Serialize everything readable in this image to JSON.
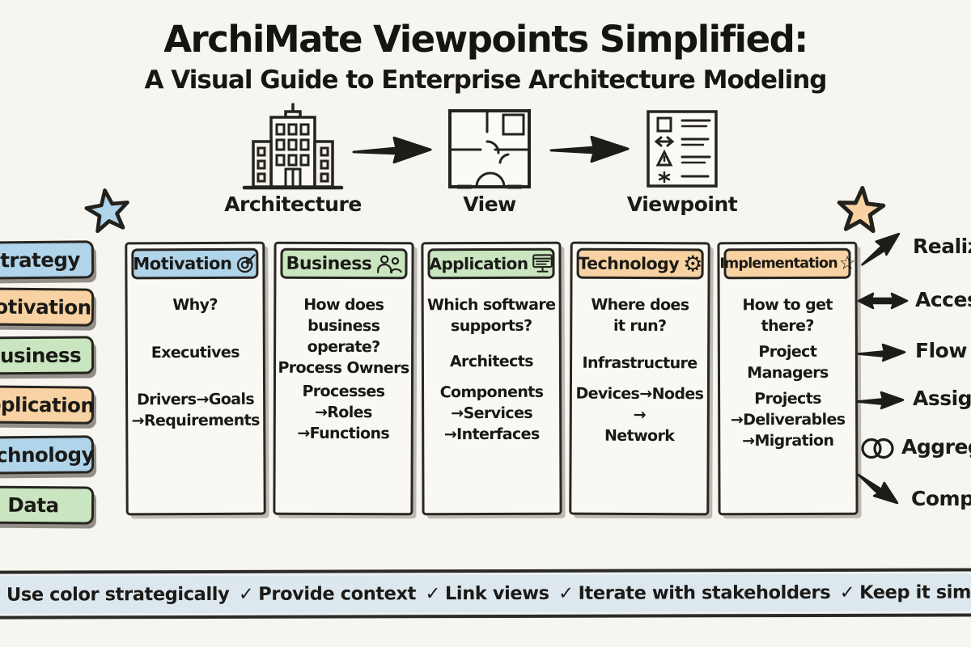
{
  "title": {
    "line1": "ArchiMate Viewpoints Simplified:",
    "line2": "A Visual Guide to Enterprise Architecture Modeling"
  },
  "flow": {
    "steps": [
      {
        "label": "Architecture",
        "icon": "building-icon"
      },
      {
        "label": "View",
        "icon": "floorplan-icon"
      },
      {
        "label": "Viewpoint",
        "icon": "viewpoint-document-icon"
      }
    ]
  },
  "layers": [
    {
      "label": "Strategy",
      "color": "#b0d4ea"
    },
    {
      "label": "Motivation",
      "color": "#f8d2a2"
    },
    {
      "label": "Business",
      "color": "#c9e6c0"
    },
    {
      "label": "Application",
      "color": "#f8d2a2"
    },
    {
      "label": "Technology",
      "color": "#b0d4ea"
    },
    {
      "label": "Data",
      "color": "#c9e6c0"
    }
  ],
  "viewpoints": [
    {
      "title": "Motivation",
      "icon": "target-icon",
      "color": "#b0d4ea",
      "blocks": [
        {
          "lines": [
            "Why?"
          ]
        },
        {
          "lines": [
            "Executives"
          ]
        },
        {
          "lines": [
            "Drivers→Goals",
            "→Requirements"
          ]
        }
      ]
    },
    {
      "title": "Business",
      "icon": "people-icon",
      "color": "#c9e6c0",
      "blocks": [
        {
          "lines": [
            "How does",
            "business",
            "operate?"
          ]
        },
        {
          "lines": [
            "Process Owners"
          ]
        },
        {
          "lines": [
            "Processes",
            "→Roles",
            "→Functions"
          ]
        }
      ]
    },
    {
      "title": "Application",
      "icon": "monitor-icon",
      "color": "#c9e6c0",
      "blocks": [
        {
          "lines": [
            "Which software",
            "supports?"
          ]
        },
        {
          "lines": [
            "Architects"
          ]
        },
        {
          "lines": [
            "Components",
            "→Services",
            "→Interfaces"
          ]
        }
      ]
    },
    {
      "title": "Technology",
      "icon": "gear-icon",
      "color": "#f8d2a2",
      "blocks": [
        {
          "lines": [
            "Where does",
            "it run?"
          ]
        },
        {
          "lines": [
            "Infrastructure"
          ]
        },
        {
          "lines": [
            "Devices→Nodes",
            "→",
            "Network"
          ]
        }
      ]
    },
    {
      "title": "Implementation",
      "icon": "star-icon",
      "color": "#f8d2a2",
      "blocks": [
        {
          "lines": [
            "How to get",
            "there?"
          ]
        },
        {
          "lines": [
            "Project",
            "Managers"
          ]
        },
        {
          "lines": [
            "Projects",
            "→Deliverables",
            "→Migration"
          ]
        }
      ]
    }
  ],
  "relations": [
    {
      "label": "Realization",
      "icon": "arrow-up-right-icon"
    },
    {
      "label": "Access",
      "icon": "double-headed-arrow-icon"
    },
    {
      "label": "Flow —",
      "icon": "arrow-right-icon"
    },
    {
      "label": "Assignment",
      "icon": "arrow-right-icon"
    },
    {
      "label": "Aggregation",
      "icon": "overlapping-circles-icon"
    },
    {
      "label": "Composition",
      "icon": "arrow-down-right-icon"
    }
  ],
  "tips": [
    {
      "check": "",
      "label": "Use color strategically"
    },
    {
      "check": "✓",
      "label": "Provide context"
    },
    {
      "check": "✓",
      "label": "Link views"
    },
    {
      "check": "✓",
      "label": "Iterate with stakeholders"
    },
    {
      "check": "✓",
      "label": "Keep it simple"
    }
  ],
  "icons": {
    "gear": "⚙",
    "star": "☆"
  },
  "palette": {
    "background": "#f7f5ef",
    "blue": "#b0d4ea",
    "orange": "#f8d2a2",
    "green": "#c9e6c0",
    "ink": "#1d1c18",
    "tips_bar": "#dce7ee"
  }
}
